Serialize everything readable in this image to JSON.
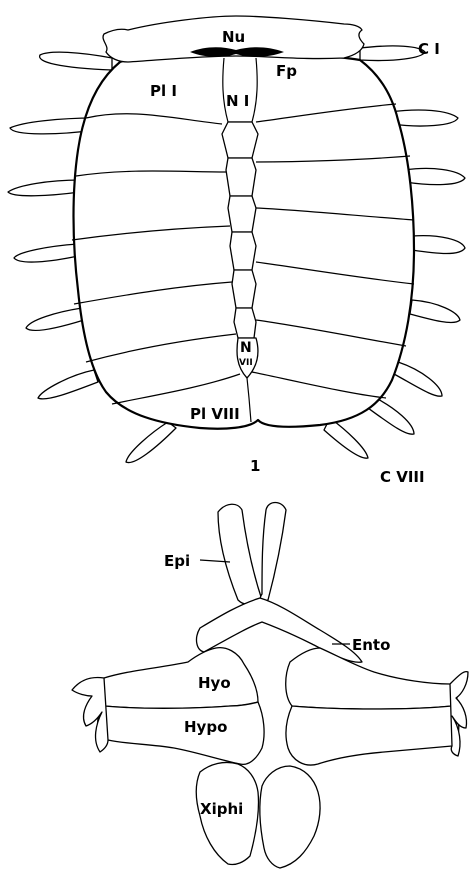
{
  "figure_number": "1",
  "carapace": {
    "labels": {
      "nu": "Nu",
      "fp": "Fp",
      "c1": "C I",
      "pl1": "Pl I",
      "n1": "N I",
      "n_vii_n": "N",
      "n_vii_vii": "VII",
      "pl8": "Pl VIII",
      "c8": "C VIII"
    }
  },
  "plastron": {
    "labels": {
      "epi": "Epi",
      "ento": "Ento",
      "hyo": "Hyo",
      "hypo": "Hypo",
      "xiphi": "Xiphi"
    }
  }
}
